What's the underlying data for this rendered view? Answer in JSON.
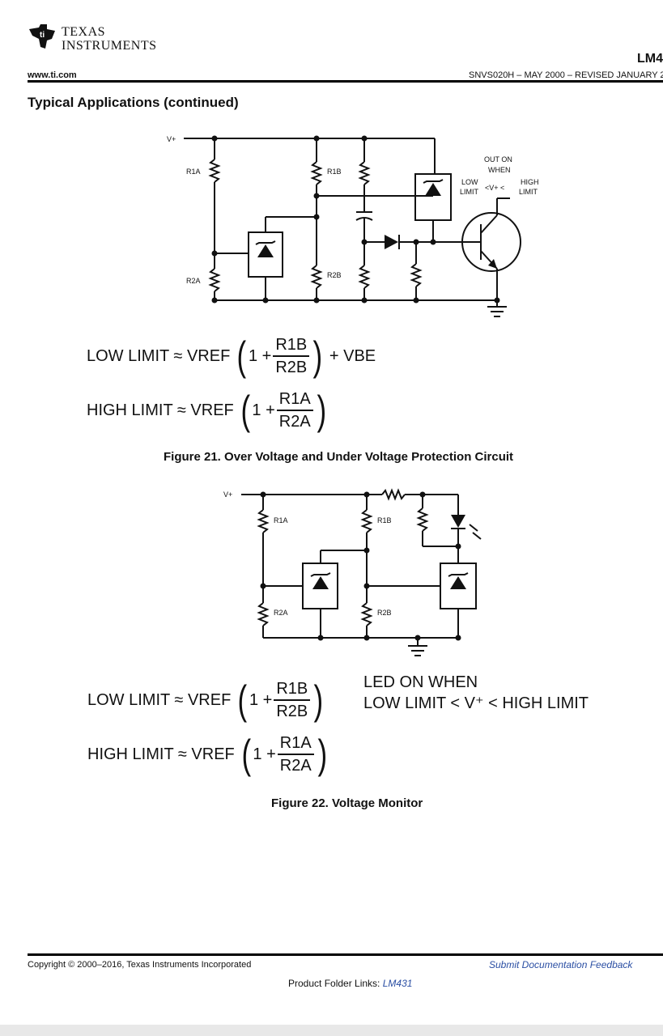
{
  "header": {
    "logo_line1": "TEXAS",
    "logo_line2": "INSTRUMENTS",
    "part_number": "LM4",
    "website": "www.ti.com",
    "doc_id": "SNVS020H – MAY 2000 – REVISED JANUARY 2"
  },
  "section_title": "Typical Applications (continued)",
  "figure21": {
    "caption": "Figure 21.  Over Voltage and Under Voltage Protection Circuit",
    "labels": {
      "vplus": "V+",
      "r1a": "R1A",
      "r2a": "R2A",
      "r1b": "R1B",
      "r2b": "R2B",
      "out_on_when_1": "OUT ON",
      "out_on_when_2": "WHEN",
      "low_1": "LOW",
      "low_2": "LIMIT",
      "middle": "<V+ <",
      "high_1": "HIGH",
      "high_2": "LIMIT"
    },
    "eq_low": {
      "lhs": "LOW LIMIT ≈ V",
      "sub": "REF",
      "one": "1 +",
      "num": "R1B",
      "den": "R2B",
      "tail": "+ V",
      "tail_sub": "BE"
    },
    "eq_high": {
      "lhs": "HIGH LIMIT ≈ V",
      "sub": "REF",
      "one": "1 +",
      "num": "R1A",
      "den": "R2A"
    }
  },
  "figure22": {
    "caption": "Figure 22.  Voltage Monitor",
    "labels": {
      "vplus": "V+",
      "r1a": "R1A",
      "r2a": "R2A",
      "r1b": "R1B",
      "r2b": "R2B"
    },
    "eq_low": {
      "lhs": "LOW LIMIT ≈ V",
      "sub": "REF",
      "one": "1 +",
      "num": "R1B",
      "den": "R2B"
    },
    "eq_high": {
      "lhs": "HIGH LIMIT ≈ V",
      "sub": "REF",
      "one": "1 +",
      "num": "R1A",
      "den": "R2A"
    },
    "note_line1": "LED ON WHEN",
    "note_line2": "LOW LIMIT < V⁺ < HIGH LIMIT"
  },
  "footer": {
    "copyright": "Copyright © 2000–2016, Texas Instruments Incorporated",
    "feedback": "Submit Documentation Feedback",
    "product_folder_prefix": "Product Folder Links: ",
    "product_folder_link": "LM431"
  }
}
